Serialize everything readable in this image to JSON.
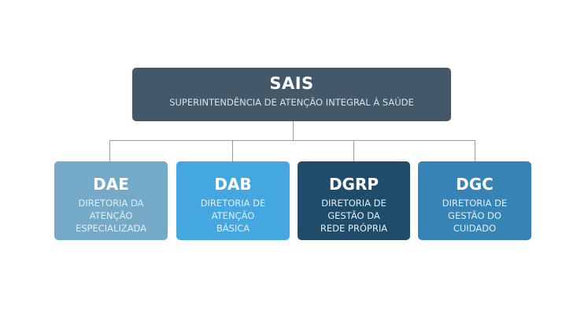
{
  "root": {
    "acronym": "SAIS",
    "name": "SUPERINTENDÊNCIA DE ATENÇÃO INTEGRAL À SAÚDE",
    "color": "#43596a"
  },
  "children": [
    {
      "acronym": "DAE",
      "name": "DIRETORIA DA\nATENÇÃO\nESPECIALIZADA",
      "color": "#74a9c7"
    },
    {
      "acronym": "DAB",
      "name": "DIRETORIA DE\nATENÇÃO\nBÁSICA",
      "color": "#45a7e0"
    },
    {
      "acronym": "DGRP",
      "name": "DIRETORIA DE\nGESTÃO DA\nREDE PRÓPRIA",
      "color": "#1f4c6b"
    },
    {
      "acronym": "DGC",
      "name": "DIRETORIA DE\nGESTÃO DO\nCUIDADO",
      "color": "#3584b5"
    }
  ]
}
